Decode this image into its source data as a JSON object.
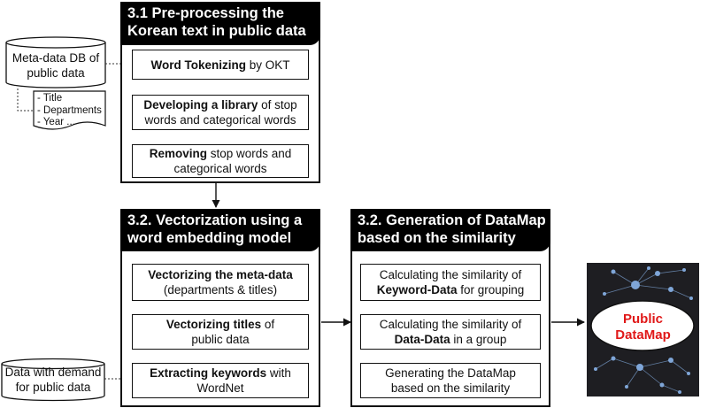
{
  "sources": {
    "metadata_db": {
      "lines": [
        "Meta-data DB of",
        "public data"
      ],
      "fields": [
        "- Title",
        "- Departments",
        "- Year ..."
      ]
    },
    "demand_data": {
      "lines": [
        "Data with demand",
        "for public data"
      ]
    }
  },
  "panels": {
    "preprocessing": {
      "title_lines": [
        "3.1 Pre-processing the",
        "Korean text in public data"
      ],
      "steps": [
        {
          "bold": "Word Tokenizing",
          "rest": " by OKT",
          "line2": ""
        },
        {
          "bold": "Developing a library",
          "rest": " of stop",
          "line2": "words and categorical words"
        },
        {
          "bold": "Removing",
          "rest": " stop words and",
          "line2": "categorical words"
        }
      ]
    },
    "vectorization": {
      "title_lines": [
        "3.2. Vectorization using a",
        "word embedding model"
      ],
      "steps": [
        {
          "bold": "Vectorizing the meta-data",
          "rest": "",
          "line2": "(departments & titles)"
        },
        {
          "bold": "Vectorizing titles",
          "rest": " of",
          "line2": "public data"
        },
        {
          "bold": "Extracting keywords",
          "rest": " with",
          "line2": "WordNet"
        }
      ]
    },
    "generation": {
      "title_lines": [
        "3.2. Generation of DataMap",
        "based on the similarity"
      ],
      "steps": [
        {
          "line1": "Calculating the similarity of",
          "bold": "Keyword-Data",
          "rest": " for grouping"
        },
        {
          "line1": "Calculating the similarity of",
          "bold": "Data-Data",
          "rest": " in a group"
        },
        {
          "line1": "Generating the DataMap",
          "bold": "",
          "rest": "based on the similarity"
        }
      ]
    }
  },
  "output": {
    "label_lines": [
      "Public",
      "DataMap"
    ]
  },
  "colors": {
    "panel_title_bg": "#000000",
    "output_label": "#e01818",
    "map_background": "#1e1e22",
    "map_nodes": "#7fa6d8"
  }
}
